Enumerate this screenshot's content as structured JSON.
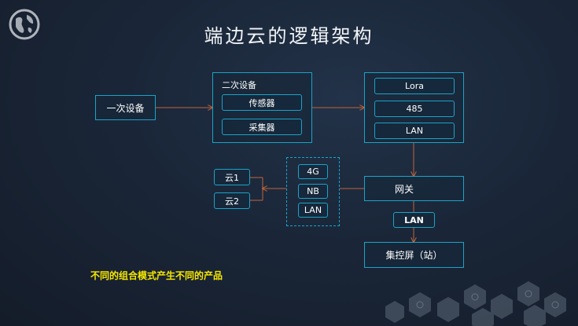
{
  "title": "端边云的逻辑架构",
  "nodes": {
    "primary_device": "一次设备",
    "secondary_device": "二次设备",
    "sensor": "传感器",
    "collector": "采集器",
    "lora": "Lora",
    "n485": "485",
    "lan_top": "LAN",
    "gateway": "网关",
    "lan_mid": "LAN",
    "screen_station": "集控屏（站）",
    "net_4g": "4G",
    "net_nb": "NB",
    "net_lan": "LAN",
    "cloud1": "云1",
    "cloud2": "云2"
  },
  "note": "不同的组合模式产生不同的产品",
  "colors": {
    "accent": "#1aa3c8",
    "arrow": "#c0643a",
    "note": "#f5e600"
  }
}
